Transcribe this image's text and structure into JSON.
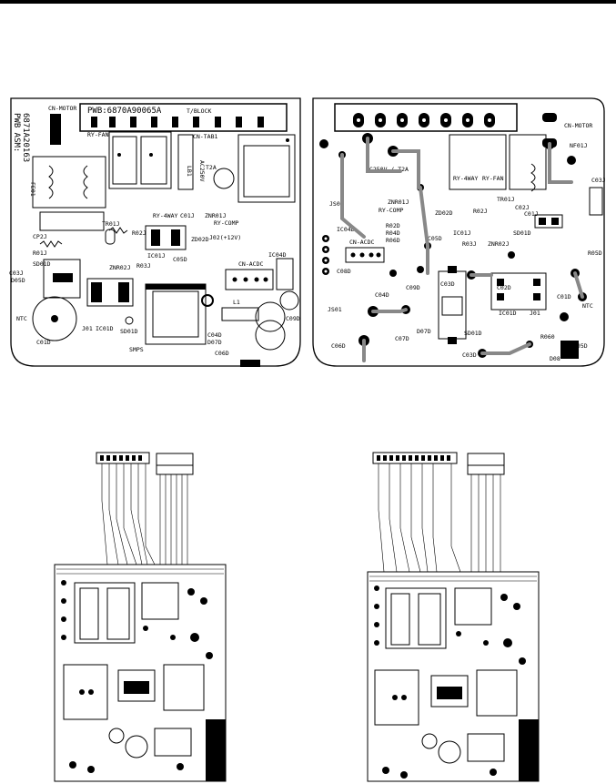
{
  "board_left": {
    "pwb_title": "PWB:6870A90065A",
    "pwb_asm": "PWB ASM:",
    "asm_no": "6871A20163",
    "labels": {
      "cn_motor": "CN-MOTOR",
      "t_block": "T/BLOCK",
      "ry_fan": "RY-FAN",
      "cn_tab1": "CN-TAB1",
      "ac250v": "AC250V",
      "t2a": "T2A",
      "ry_4way": "RY-4WAY",
      "co1j": "C01J",
      "znr01j": "ZNR01J",
      "ry_comp": "RY-COMP",
      "tr01j": "TR01J",
      "r02j": "R02J",
      "r01j": "R01J",
      "cp2j": "CP2J",
      "ic01j": "IC01J",
      "zd02d": "ZD02D",
      "j02": "J02(+12V)",
      "ic04d": "IC04D",
      "sd01d_a": "SD01D",
      "c03j": "C03J",
      "d05d": "D05D",
      "znr02j": "ZNR02J",
      "r03j": "R03J",
      "c05d": "C05D",
      "cn_acdc": "CN-ACDC",
      "l1": "L1",
      "ntc": "NTC",
      "j01": "J01",
      "ic01d": "IC01D",
      "sd01d_b": "SD01D",
      "smps": "SMPS",
      "c04d": "C04D",
      "d07d": "D07D",
      "c09d": "C09D",
      "c06d": "C06D",
      "c01d": "C01D",
      "fe01": "FE01",
      "lb1": "LB1"
    }
  },
  "board_right": {
    "labels": {
      "cn_motor": "CN-MOTOR",
      "nf01j": "NF01J",
      "ac250v_t2a": "AC250V / T2A",
      "ry_4way": "RY-4WAY",
      "ry_fan": "RY-FAN",
      "c03j": "C03J",
      "js02": "JS02",
      "znr01j": "ZNR01J",
      "ry_comp": "RY-COMP",
      "tr01j": "TR01J",
      "c02j": "C02J",
      "c01j": "C01J",
      "zd02d": "ZD02D",
      "r02d": "R02D",
      "r04d": "R04D",
      "r06d": "R06D",
      "ic04d": "IC04D",
      "cn_acdc": "CN-ACDC",
      "c08d": "C08D",
      "c05d": "C05D",
      "ic01j": "IC01J",
      "r02j": "R02J",
      "r03j": "R03J",
      "znr02j": "ZNR02J",
      "sd01d": "SD01D",
      "r05d_a": "R05D",
      "c09d": "C09D",
      "c02d": "C02D",
      "js01": "JS01",
      "c04d": "C04D",
      "c01d": "C01D",
      "ntc": "NTC",
      "ic01d": "IC01D",
      "j01": "J01",
      "c03d": "C03D",
      "d07d": "D07D",
      "sd01d_b": "SD01D",
      "c06d": "C06D",
      "c07d": "C07D",
      "c03d_b": "C03D",
      "r05d_b": "R05D",
      "r060": "R060",
      "d08": "D08"
    }
  },
  "colors": {
    "ink": "#000000",
    "copper": "#888888",
    "board_fill": "#ffffff"
  }
}
